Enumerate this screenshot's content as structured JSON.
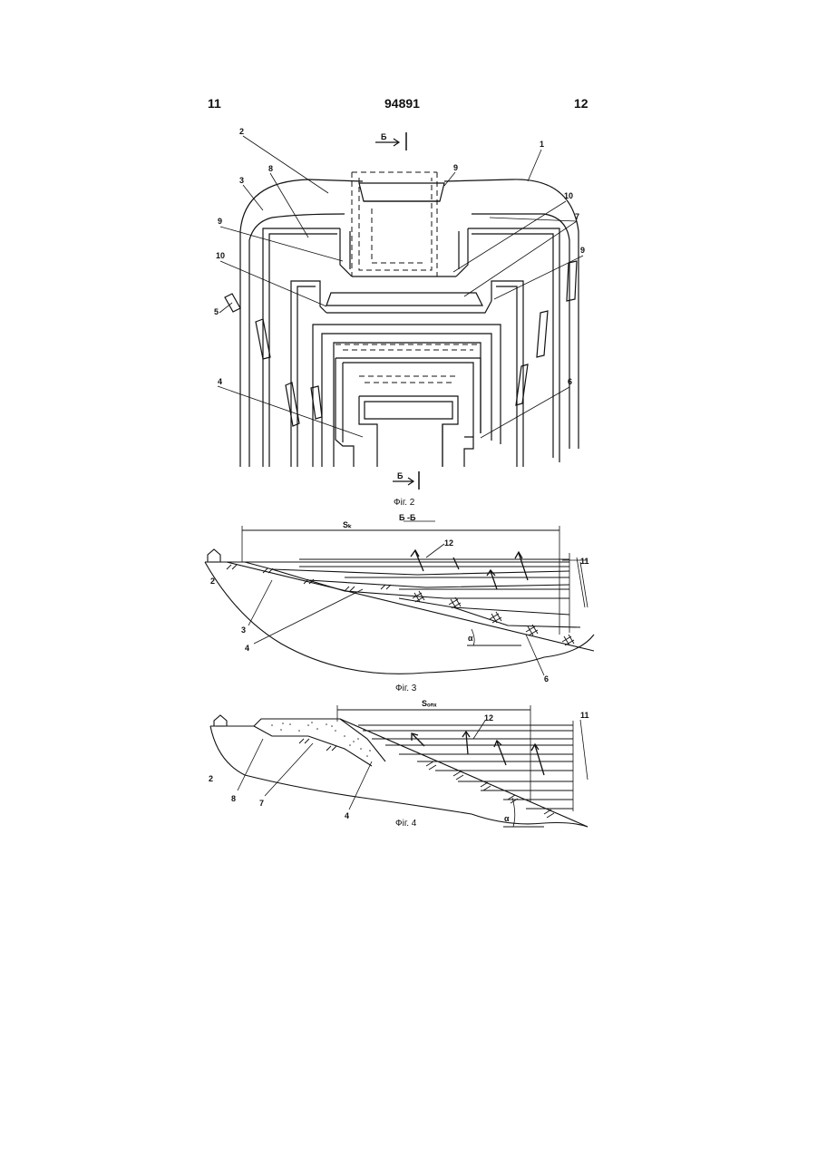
{
  "header": {
    "left_page": "11",
    "patent_number": "94891",
    "right_page": "12"
  },
  "fig2": {
    "caption": "Фіг. 2",
    "section_mark_top": "Б",
    "section_mark_bottom": "Б",
    "labels": {
      "l1": "1",
      "l2": "2",
      "l3": "3",
      "l4": "4",
      "l5": "5",
      "l6": "6",
      "l7": "7",
      "l8": "8",
      "l9a": "9",
      "l9b": "9",
      "l9c": "9",
      "l10a": "10",
      "l10b": "10"
    }
  },
  "fig3": {
    "caption": "Фіг. 3",
    "section_title": "Б -Б",
    "dimension": "Sₖ",
    "labels": {
      "l2": "2",
      "l3": "3",
      "l4": "4",
      "l6": "6",
      "l11": "11",
      "l12": "12"
    },
    "angle": "α"
  },
  "fig4": {
    "caption": "Фіг. 4",
    "dimension": "Sₒₙₓ",
    "labels": {
      "l2": "2",
      "l4": "4",
      "l7": "7",
      "l8": "8",
      "l11": "11",
      "l12": "12"
    },
    "angle": "α"
  }
}
